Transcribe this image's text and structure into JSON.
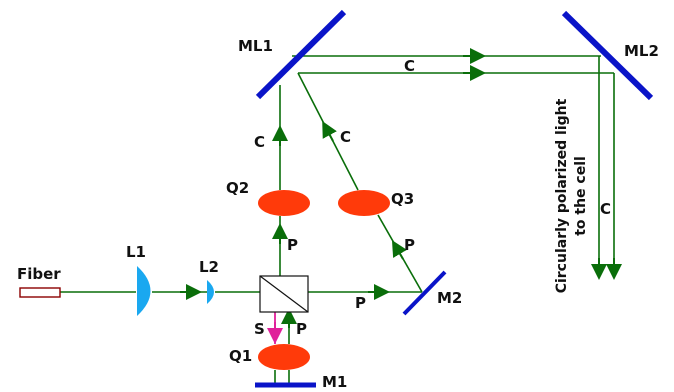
{
  "labels": {
    "fiber": "Fiber",
    "l1": "L1",
    "l2": "L2",
    "q1": "Q1",
    "q2": "Q2",
    "q3": "Q3",
    "m1": "M1",
    "m2": "M2",
    "ml1": "ML1",
    "ml2": "ML2",
    "beam_s": "S",
    "beam_p_m2": "P",
    "beam_p_q1": "P",
    "beam_p_q2": "P",
    "beam_p_q3": "P",
    "beam_c_q2": "C",
    "beam_c_q3": "C",
    "beam_c_top": "C",
    "beam_c_down": "C",
    "output_line1": "Circularly polarized light",
    "output_line2": "to the cell"
  },
  "colors": {
    "beam": "#0a6e0a",
    "s_beam": "#e0209a",
    "mirror": "#0a14c8",
    "waveplate": "#ff3a0a",
    "lens": "#1aa8f0",
    "fiber": "#8b0000",
    "text": "#111111"
  }
}
